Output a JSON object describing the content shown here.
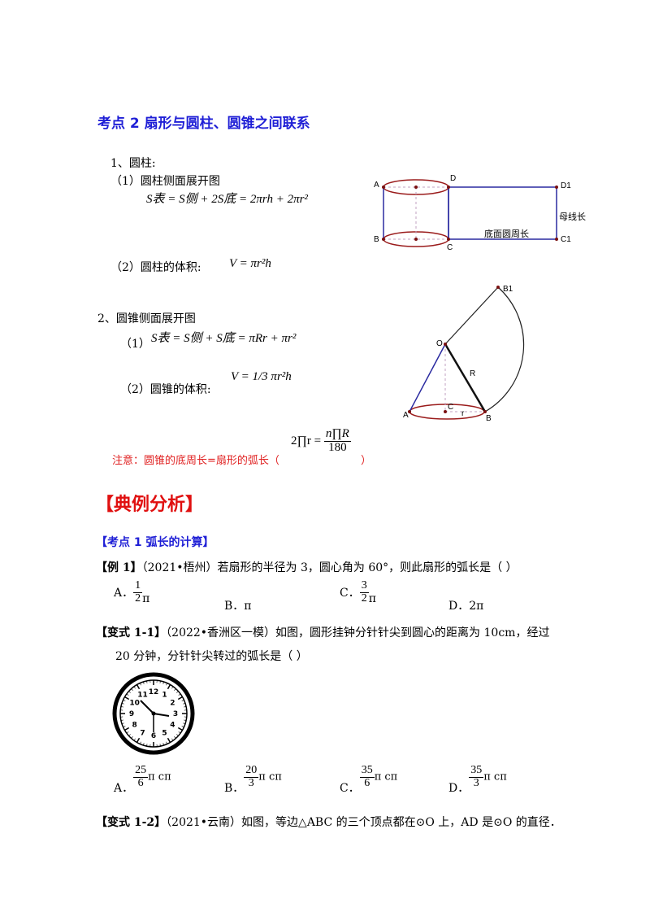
{
  "section2": {
    "title": "考点 2  扇形与圆柱、圆锥之间联系",
    "cyl_heading": "1、圆柱:",
    "cyl_item1": "（1）圆柱侧面展开图",
    "cyl_formula": "S表 = S侧 + 2S底 = 2πrh + 2πr²",
    "cyl_item2": "（2）圆柱的体积:",
    "cyl_volume": "V = πr²h",
    "cone_heading": "2、圆锥侧面展开图",
    "cone_item1": "（1）",
    "cone_formula": "S表 = S侧 + S底 = πRr + πr²",
    "cone_item2": "（2）圆锥的体积:",
    "cone_volume": "V = 1/3 πr²h",
    "note": "注意：圆锥的底周长=扇形的弧长（",
    "note_close": "）",
    "note_formula_left": "2∏r =",
    "note_formula_num": "n∏R",
    "note_formula_den": "180"
  },
  "cyl_diagram": {
    "label_A": "A",
    "label_B": "B",
    "label_C": "C",
    "label_D": "D",
    "label_D1": "D1",
    "label_C1": "C1",
    "label_base": "底面圆周长",
    "label_side": "母线长"
  },
  "cone_diagram": {
    "label_O": "O",
    "label_A": "A",
    "label_B": "B",
    "label_B1": "B1",
    "label_C": "C",
    "label_R": "R",
    "label_r": "r"
  },
  "examples": {
    "heading": "【典例分析】",
    "kp1": "【考点 1    弧长的计算】",
    "ex1_tag": "【例 1】",
    "ex1_text": "（2021•梧州）若扇形的半径为 3，圆心角为 60°，则此扇形的弧长是（        ）",
    "ex1_opts": [
      {
        "letter": "A．",
        "num": "1",
        "den": "2",
        "tail": "π"
      },
      {
        "letter": "B．",
        "text": "π"
      },
      {
        "letter": "C．",
        "num": "3",
        "den": "2",
        "tail": "π"
      },
      {
        "letter": "D．",
        "text": "2π"
      }
    ],
    "var11_tag": "【变式 1-1】",
    "var11_text": "（2022•香洲区一模）如图，圆形挂钟分针针尖到圆心的距离为 10cm，经过",
    "var11_text2": "20 分钟，分针针尖转过的弧长是（        ）",
    "var11_opts": [
      {
        "letter": "A．",
        "num": "25",
        "den": "6",
        "tail": "π cπ"
      },
      {
        "letter": "B．",
        "num": "20",
        "den": "3",
        "tail": "π cπ"
      },
      {
        "letter": "C．",
        "num": "35",
        "den": "6",
        "tail": "π cπ"
      },
      {
        "letter": "D．",
        "num": "35",
        "den": "3",
        "tail": "π cπ"
      }
    ],
    "clock_numbers": [
      "12",
      "1",
      "2",
      "3",
      "4",
      "5",
      "6",
      "7",
      "8",
      "9",
      "10",
      "11"
    ],
    "var12_tag": "【变式 1-2】",
    "var12_text": "（2021•云南）如图，等边△ABC 的三个顶点都在⊙O 上，AD 是⊙O 的直径．"
  }
}
